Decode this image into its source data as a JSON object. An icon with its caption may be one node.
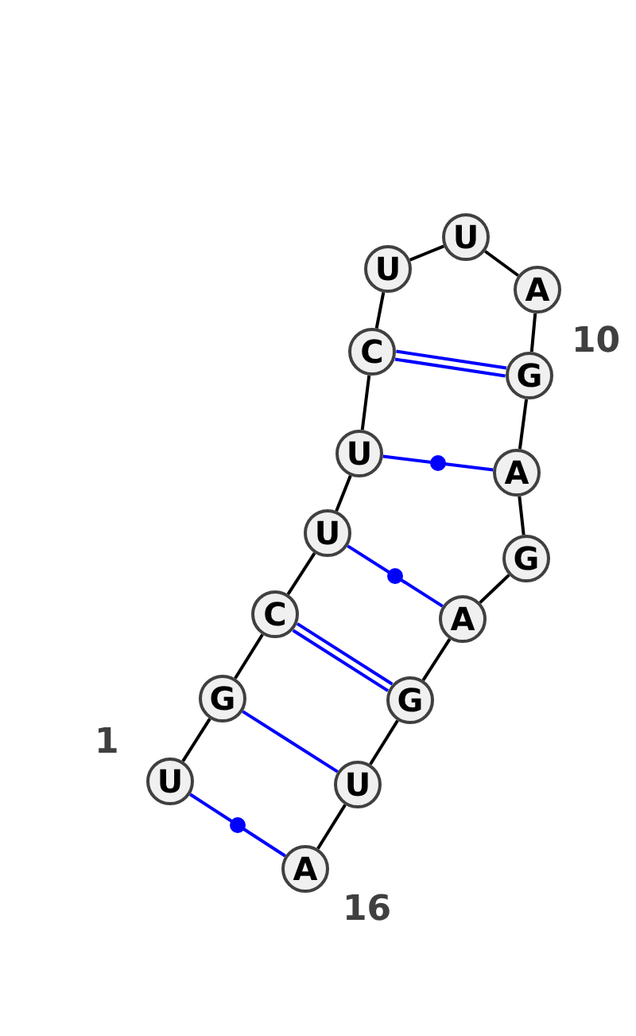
{
  "diagram": {
    "nodes": [
      {
        "text": [
          "U"
        ],
        "beside": [
          "1"
        ]
      },
      {
        "text": [
          "G"
        ]
      },
      {
        "text": [
          "C"
        ]
      },
      {
        "text": [
          "U"
        ]
      },
      {
        "text": [
          "U"
        ]
      },
      {
        "text": [
          "C"
        ]
      },
      {
        "text": [
          "U"
        ]
      },
      {
        "text": [
          "U"
        ]
      },
      {
        "text": [
          "A"
        ]
      },
      {
        "text": [
          "G"
        ],
        "beside": [
          "10"
        ]
      },
      {
        "text": [
          "A"
        ]
      },
      {
        "text": [
          "G"
        ]
      },
      {
        "text": [
          "A"
        ]
      },
      {
        "text": [
          "G"
        ]
      },
      {
        "text": [
          "U"
        ]
      },
      {
        "text": [
          "A"
        ],
        "beside": [
          "16"
        ]
      }
    ],
    "edges": [
      {
        "from": 0,
        "to": 1,
        "arrow": "none"
      },
      {
        "from": 1,
        "to": 2,
        "arrow": "none"
      },
      {
        "from": 2,
        "to": 3,
        "arrow": "none"
      },
      {
        "from": 3,
        "to": 4,
        "arrow": "none"
      },
      {
        "from": 4,
        "to": 5,
        "arrow": "none"
      },
      {
        "from": 5,
        "to": 6,
        "arrow": "none"
      },
      {
        "from": 6,
        "to": 7,
        "arrow": "none"
      },
      {
        "from": 7,
        "to": 8,
        "arrow": "none"
      },
      {
        "from": 8,
        "to": 9,
        "arrow": "none"
      },
      {
        "from": 9,
        "to": 10,
        "arrow": "none"
      },
      {
        "from": 10,
        "to": 11,
        "arrow": "none"
      },
      {
        "from": 11,
        "to": 12,
        "arrow": "none"
      },
      {
        "from": 12,
        "to": 13,
        "arrow": "none"
      },
      {
        "from": 13,
        "to": 14,
        "arrow": "none"
      },
      {
        "from": 14,
        "to": 15,
        "arrow": "none"
      },
      {
        "from": 0,
        "to": 15,
        "arrow": "none",
        "color": "#0000ff"
      },
      {
        "from": 1,
        "to": 14,
        "arrow": "none",
        "color": "#0000ff"
      },
      {
        "from": 2,
        "to": 13,
        "arrow": "none",
        "color": "#0000ff"
      },
      {
        "from": 3,
        "to": 12,
        "arrow": "none",
        "color": "#0000ff"
      },
      {
        "from": 4,
        "to": 10,
        "arrow": "none",
        "color": "#0000ff"
      },
      {
        "from": 5,
        "to": 9,
        "arrow": "none",
        "color": "#0000ff"
      }
    ]
  }
}
